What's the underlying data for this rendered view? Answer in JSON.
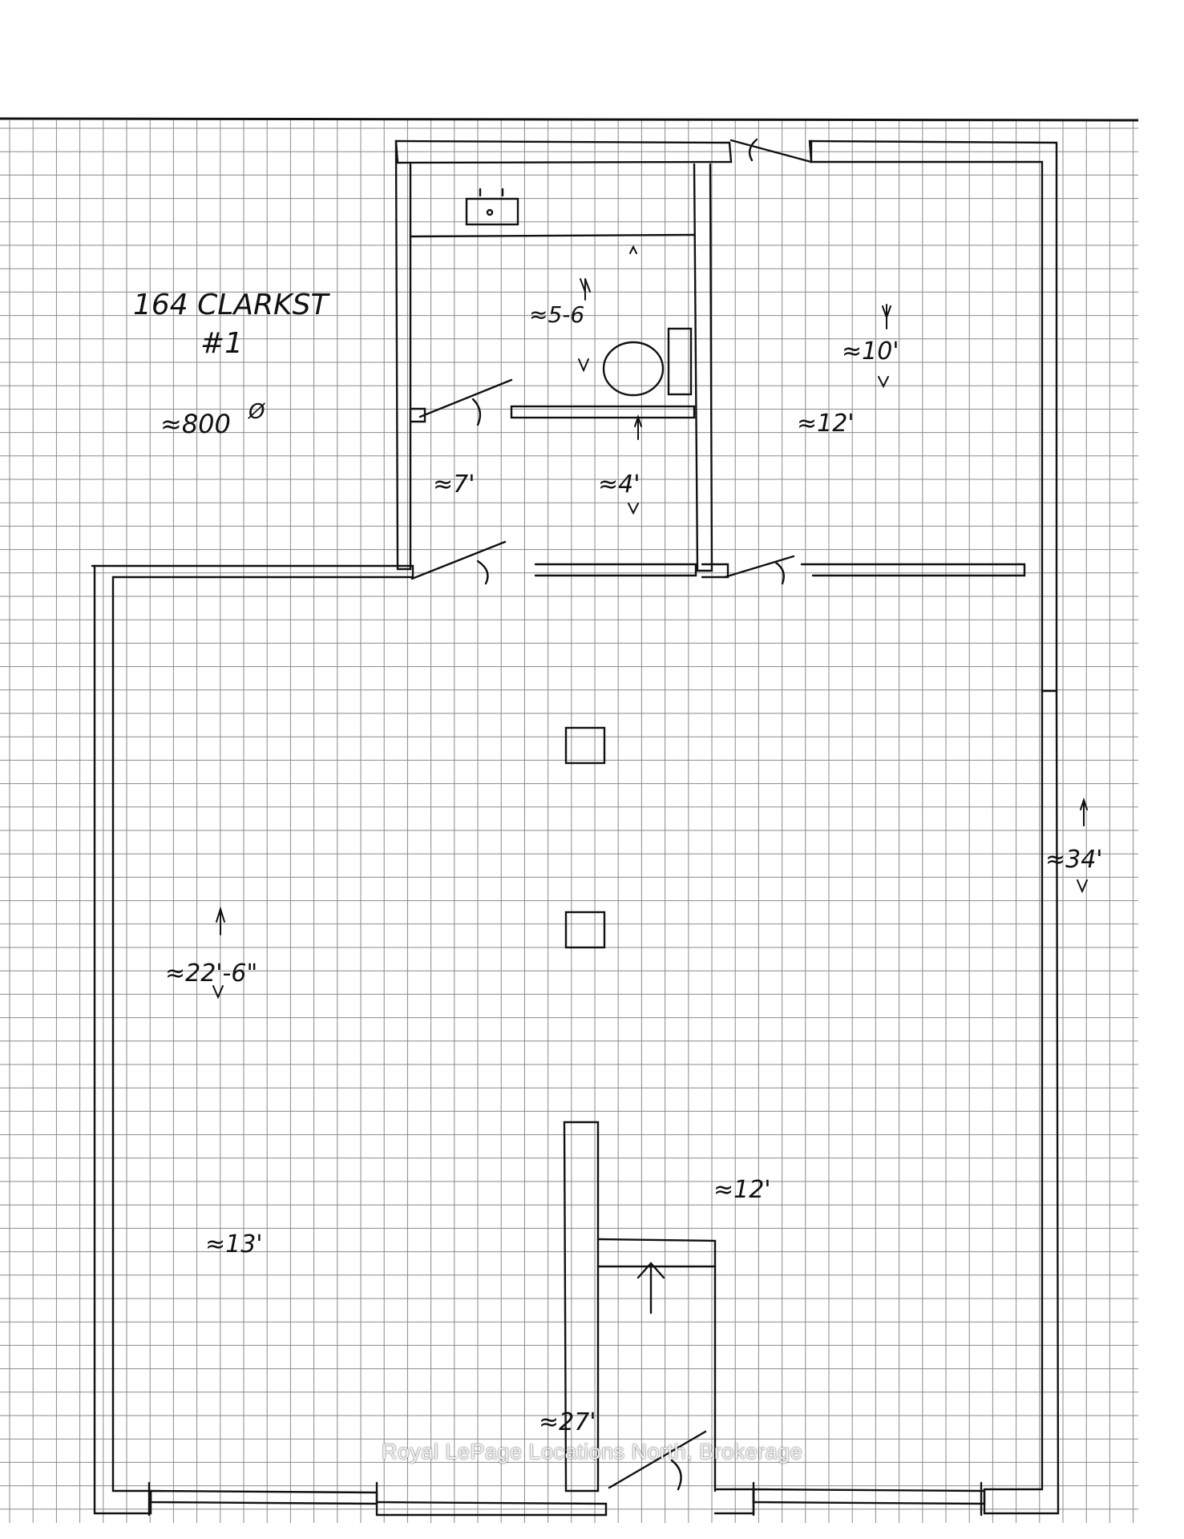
{
  "annotations": {
    "address": "164 CLARKST",
    "unit": "#1",
    "area": "≈800",
    "area_unit": "Ø"
  },
  "dimensions": {
    "washroom_depth": "≈5-6",
    "front_room_depth": "≈10'",
    "front_room_width": "≈12'",
    "washroom_width": "≈7'",
    "hall_depth": "≈4'",
    "total_depth": "≈34'",
    "main_depth": "≈22'-6\"",
    "rear_right_width": "≈12'",
    "rear_left_width": "≈13'",
    "total_width": "≈27'"
  },
  "watermark": "Royal LePage Locations North, Brokerage",
  "colors": {
    "ink": "#111111",
    "grid": "#8a8a8a",
    "paper": "#ffffff"
  }
}
